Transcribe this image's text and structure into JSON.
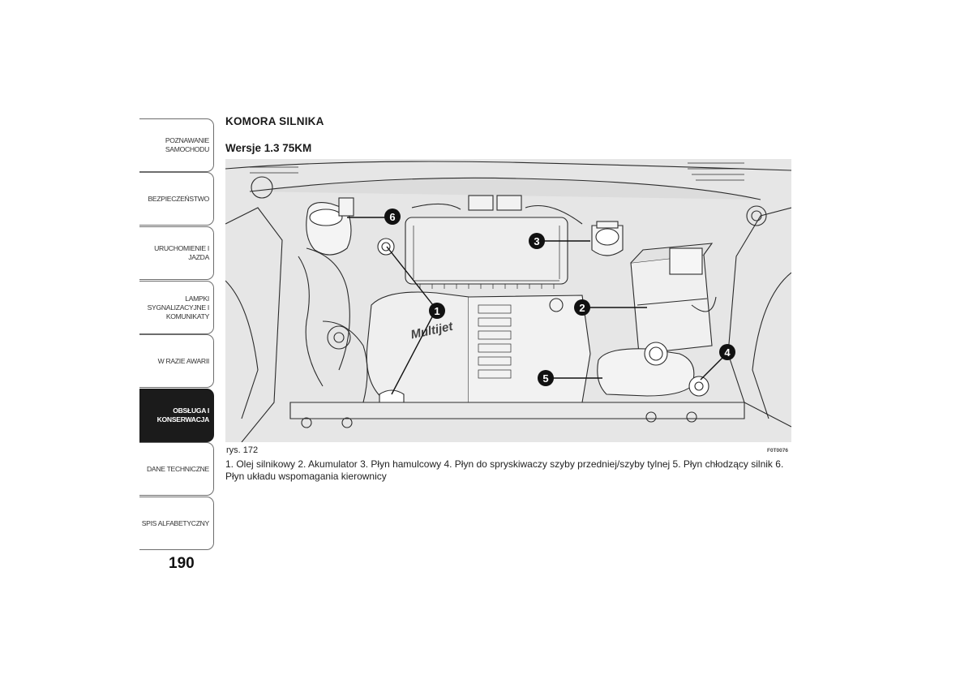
{
  "sidebar": {
    "tabs": [
      {
        "label": "POZNAWANIE\nSAMOCHODU",
        "active": false
      },
      {
        "label": "BEZPIECZEŃSTWO",
        "active": false
      },
      {
        "label": "URUCHOMIENIE I\nJAZDA",
        "active": false
      },
      {
        "label": "LAMPKI\nSYGNALIZACYJNE I\nKOMUNIKATY",
        "active": false
      },
      {
        "label": "W RAZIE AWARII",
        "active": false
      },
      {
        "label": "OBSŁUGA I\nKONSERWACJA",
        "active": true
      },
      {
        "label": "DANE TECHNICZNE",
        "active": false
      },
      {
        "label": "SPIS ALFABETYCZNY",
        "active": false
      }
    ]
  },
  "page": {
    "number": "190",
    "section_title": "KOMORA SILNIKA",
    "subsection_title": "Wersje 1.3 75KM"
  },
  "figure": {
    "ref": "rys. 172",
    "code": "F0T0076",
    "engine_logo": "Multijet",
    "callouts": [
      "1",
      "2",
      "3",
      "4",
      "5",
      "6"
    ],
    "caption": "1. Olej silnikowy 2. Akumulator 3. Płyn hamulcowy 4. Płyn do spryskiwaczy szyby przedniej/szyby tylnej 5. Płyn chłodzący silnik 6. Płyn układu wspomagania kierownicy"
  },
  "colors": {
    "active_tab_bg": "#1b1b1b",
    "figure_bg": "#e6e6e6",
    "line_art": "#2b2b2b"
  }
}
